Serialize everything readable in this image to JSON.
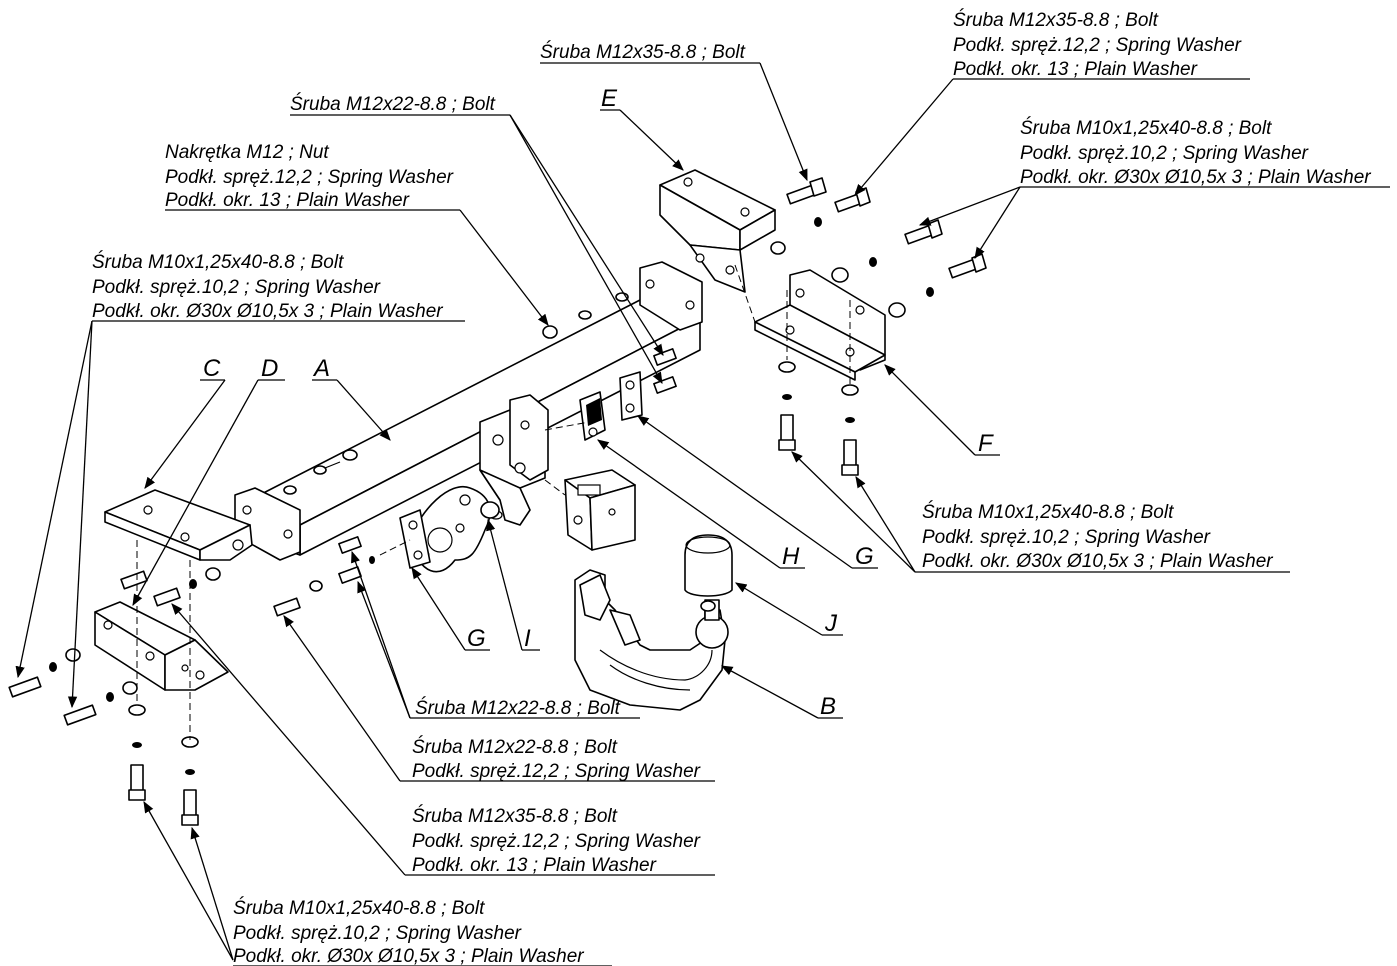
{
  "labels": {
    "bolt_e_top": [
      "Śruba M12x35-8.8 ;  Bolt"
    ],
    "bolt_e_right": [
      "Śruba M12x35-8.8 ;  Bolt",
      "Podkł. spręż.12,2 ; Spring Washer",
      "Podkł. okr. 13 ; Plain Washer"
    ],
    "bolt_f_top": [
      "Śruba M10x1,25x40-8.8 ;  Bolt",
      "Podkł. spręż.10,2 ; Spring Washer",
      "Podkł. okr.  Ø30x Ø10,5x 3 ; Plain Washer"
    ],
    "bolt_center_top": [
      "Śruba M12x22-8.8 ;  Bolt"
    ],
    "nut": [
      "Nakrętka  M12 ; Nut",
      "Podkł. spręż.12,2 ; Spring Washer",
      "Podkł. okr. 13 ; Plain Washer"
    ],
    "bolt_c_left": [
      "Śruba M10x1,25x40-8.8 ;  Bolt",
      "Podkł. spręż.10,2 ; Spring Washer",
      "Podkł. okr.  Ø30x Ø10,5x 3 ; Plain Washer"
    ],
    "bolt_f_bottom": [
      "Śruba M10x1,25x40-8.8 ;  Bolt",
      "Podkł. spręż.10,2 ; Spring Washer",
      "Podkł. okr.  Ø30x Ø10,5x 3 ; Plain Washer"
    ],
    "bolt_g": [
      "Śruba M12x22-8.8 ;  Bolt"
    ],
    "bolt_spring": [
      "Śruba M12x22-8.8 ;  Bolt",
      "Podkł. spręż.12,2 ; Spring Washer"
    ],
    "bolt_d": [
      "Śruba M12x35-8.8 ;  Bolt",
      "Podkł. spręż.12,2 ; Spring Washer",
      "Podkł. okr. 13 ; Plain Washer"
    ],
    "bolt_bottom": [
      "Śruba M10x1,25x40-8.8 ;  Bolt",
      "Podkł. spręż.10,2 ; Spring Washer",
      "Podkł. okr.  Ø30x Ø10,5x 3 ; Plain Washer"
    ]
  },
  "parts": {
    "A": "A",
    "B": "B",
    "C": "C",
    "D": "D",
    "E": "E",
    "F": "F",
    "G1": "G",
    "G2": "G",
    "H": "H",
    "I": "I",
    "J": "J"
  }
}
